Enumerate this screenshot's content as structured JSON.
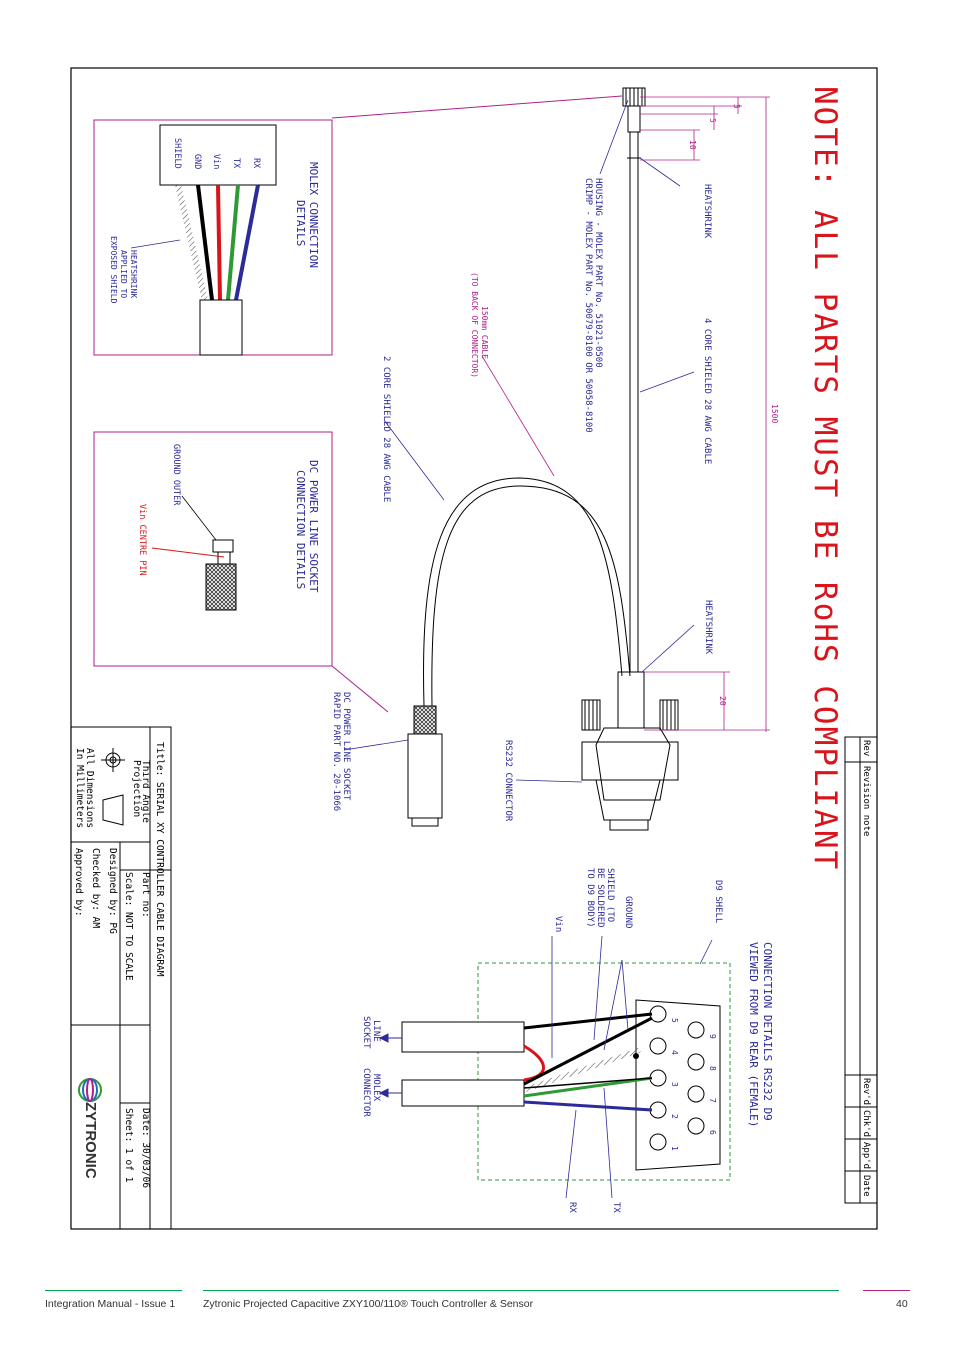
{
  "diagram": {
    "note": "NOTE: ALL PARTS MUST BE RoHS COMPLIANT",
    "molex_box": {
      "title_line1": "MOLEX CONNECTION",
      "title_line2": "DETAILS",
      "pins": [
        "RX",
        "TX",
        "Vin",
        "GND",
        "SHIELD"
      ],
      "heatshrink_line1": "HEATSHRINK",
      "heatshrink_line2": "APPLIED TO",
      "heatshrink_line3": "EXPOSED SHIELD"
    },
    "dc_box": {
      "title_line1": "DC POWER LINE SOCKET",
      "title_line2": "CONNECTION DETAILS",
      "ground": "GROUND OUTER",
      "centre": "Vin CENTRE PIN"
    },
    "cable_labels": {
      "housing_line1": "HOUSING - MOLEX PART No. 51021-0500",
      "housing_line2": "CRIMP - MOLEX PART No. 50079-8100 OR 50058-8100",
      "heatshrink_top": "HEATSHRINK",
      "four_core": "4 CORE SHIELED 28 AWG CABLE",
      "one_fifty_line1": "150mm CABLE",
      "one_fifty_line2": "(TO BACK OF CONNECTOR)",
      "two_core": "2 CORE SHIELED 28 AWG CABLE",
      "heatshrink_bottom": "HEATSHRINK",
      "dc_socket_line1": "DC POWER LINE SOCKET",
      "dc_socket_line2": "RAPID PART NO. 20-1066",
      "rs232": "RS232 CONNECTOR"
    },
    "dimensions": {
      "d5a": "5",
      "d5b": "5",
      "d10": "10",
      "d1500": "1500",
      "d20": "20"
    },
    "d9": {
      "title_line1": "CONNECTION DETAILS RS232 D9",
      "title_line2": "VIEWED FROM D9 REAR (FEMALE)",
      "shell": "D9 SHELL",
      "ground": "GROUND",
      "shield_line1": "SHIELD (TO",
      "shield_line2": "BE SOLDERED",
      "shield_line3": "TO D9 BODY)",
      "vin": "Vin",
      "rx": "RX",
      "tx": "TX",
      "line_socket_line1": "LINE",
      "line_socket_line2": "SOCKET",
      "molex_conn_line1": "MOLEX",
      "molex_conn_line2": "CONNECTOR",
      "pins_top": [
        "5",
        "4",
        "3",
        "2",
        "1"
      ],
      "pins_bottom": [
        "9",
        "8",
        "7",
        "6"
      ]
    },
    "revision_table": {
      "rev": "Rev",
      "revision_note": "Revision note",
      "revd": "Rev'd",
      "chkd": "Chk'd",
      "appd": "App'd",
      "date": "Date"
    },
    "title_block": {
      "title": "Title: SERIAL XY CONTROLLER CABLE DIAGRAM",
      "projection_line1": "Third Angle",
      "projection_line2": "Projection",
      "dims_line1": "All Dimensions",
      "dims_line2": "In Millimeters",
      "part_no": "Part no:",
      "scale": "Scale: NOT TO SCALE",
      "designed": "Designed by: PG",
      "checked": "Checked by: AM",
      "approved": "Approved by:",
      "date": "Date: 30/03/06",
      "sheet": "Sheet: 1 of 1",
      "logo": "ZYTRONIC"
    }
  },
  "colors": {
    "blue": "#2b2b9a",
    "magenta": "#b0218a",
    "red": "#d9141b",
    "green": "#2f9a33",
    "accent": "#00a651"
  },
  "footer": {
    "left": "Integration Manual - Issue 1",
    "center": "Zytronic Projected Capacitive ZXY100/110® Touch Controller & Sensor",
    "page": "40"
  }
}
